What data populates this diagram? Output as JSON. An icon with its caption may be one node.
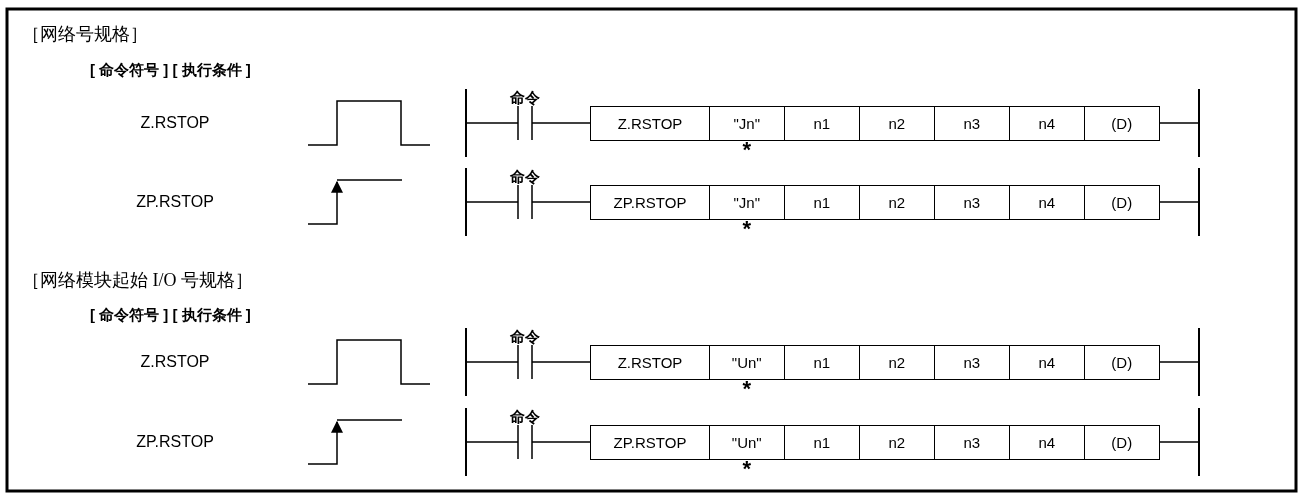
{
  "diagram": {
    "nodes": [
      {
        "text": [],
        "shape": "bar"
      },
      {
        "text": [
          "命令"
        ]
      },
      {
        "text": [
          "Z.RSTOP"
        ]
      },
      {
        "text": [
          "\"Jn\""
        ],
        "beside": [
          "*"
        ]
      },
      {
        "text": [
          "n1"
        ]
      },
      {
        "text": [
          "n2"
        ]
      },
      {
        "text": [
          "n3"
        ]
      },
      {
        "text": [
          "n4"
        ]
      },
      {
        "text": [
          "(D)"
        ]
      },
      {
        "text": [],
        "shape": "bar"
      },
      {
        "text": [],
        "shape": "bar"
      },
      {
        "text": [
          "命令"
        ]
      },
      {
        "text": [
          "ZP.RSTOP"
        ]
      },
      {
        "text": [
          "\"Jn\""
        ],
        "beside": [
          "*"
        ]
      },
      {
        "text": [
          "n1"
        ]
      },
      {
        "text": [
          "n2"
        ]
      },
      {
        "text": [
          "n3"
        ]
      },
      {
        "text": [
          "n4"
        ]
      },
      {
        "text": [
          "(D)"
        ]
      },
      {
        "text": [],
        "shape": "bar"
      },
      {
        "text": [],
        "shape": "bar"
      },
      {
        "text": [
          "命令"
        ]
      },
      {
        "text": [
          "Z.RSTOP"
        ]
      },
      {
        "text": [
          "\"Un\""
        ],
        "beside": [
          "*"
        ]
      },
      {
        "text": [
          "n1"
        ]
      },
      {
        "text": [
          "n2"
        ]
      },
      {
        "text": [
          "n3"
        ]
      },
      {
        "text": [
          "n4"
        ]
      },
      {
        "text": [
          "(D)"
        ]
      },
      {
        "text": [],
        "shape": "bar"
      },
      {
        "text": [],
        "shape": "bar"
      },
      {
        "text": [
          "命令"
        ]
      },
      {
        "text": [
          "ZP.RSTOP"
        ]
      },
      {
        "text": [
          "\"Un\""
        ],
        "beside": [
          "*"
        ]
      },
      {
        "text": [
          "n1"
        ]
      },
      {
        "text": [
          "n2"
        ]
      },
      {
        "text": [
          "n3"
        ]
      },
      {
        "text": [
          "n4"
        ]
      },
      {
        "text": [
          "(D)"
        ]
      },
      {
        "text": [],
        "shape": "bar"
      }
    ],
    "edges": [
      {
        "from": 0,
        "to": 1,
        "arrow": "none"
      },
      {
        "from": 1,
        "to": 2,
        "arrow": "none"
      },
      {
        "from": 8,
        "to": 9,
        "arrow": "none"
      },
      {
        "from": 10,
        "to": 11,
        "arrow": "none"
      },
      {
        "from": 11,
        "to": 12,
        "arrow": "none"
      },
      {
        "from": 18,
        "to": 19,
        "arrow": "none"
      },
      {
        "from": 20,
        "to": 21,
        "arrow": "none"
      },
      {
        "from": 21,
        "to": 22,
        "arrow": "none"
      },
      {
        "from": 28,
        "to": 29,
        "arrow": "none"
      },
      {
        "from": 30,
        "to": 31,
        "arrow": "none"
      },
      {
        "from": 31,
        "to": 32,
        "arrow": "none"
      },
      {
        "from": 38,
        "to": 39,
        "arrow": "none"
      }
    ],
    "labels": [
      "［网络号规格］",
      "[ 命令符号 ] [ 执行条件 ]",
      "Z.RSTOP",
      "ZP.RSTOP",
      "［网络模块起始 I/O 号规格］",
      "[ 命令符号 ] [ 执行条件 ]",
      "Z.RSTOP",
      "ZP.RSTOP"
    ]
  }
}
